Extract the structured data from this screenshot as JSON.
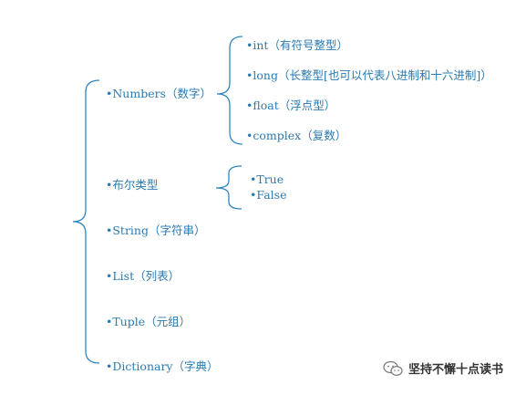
{
  "root": {
    "items": [
      "•Numbers（数字）",
      "•布尔类型",
      "•String（字符串）",
      "•List（列表）",
      "•Tuple（元组）",
      "•Dictionary（字典）"
    ]
  },
  "numbers_branch": {
    "items": [
      "•int（有符号整型）",
      "•long（长整型[也可以代表八进制和十六进制]）",
      "•float（浮点型）",
      "•complex（复数）"
    ]
  },
  "bool_branch": {
    "items": [
      "•True",
      "•False"
    ]
  },
  "watermark": {
    "text": "坚持不懈十点读书",
    "icon": "wechat-icon"
  },
  "colors": {
    "text": "#2a7ab0",
    "brace": "#2e86c1"
  }
}
